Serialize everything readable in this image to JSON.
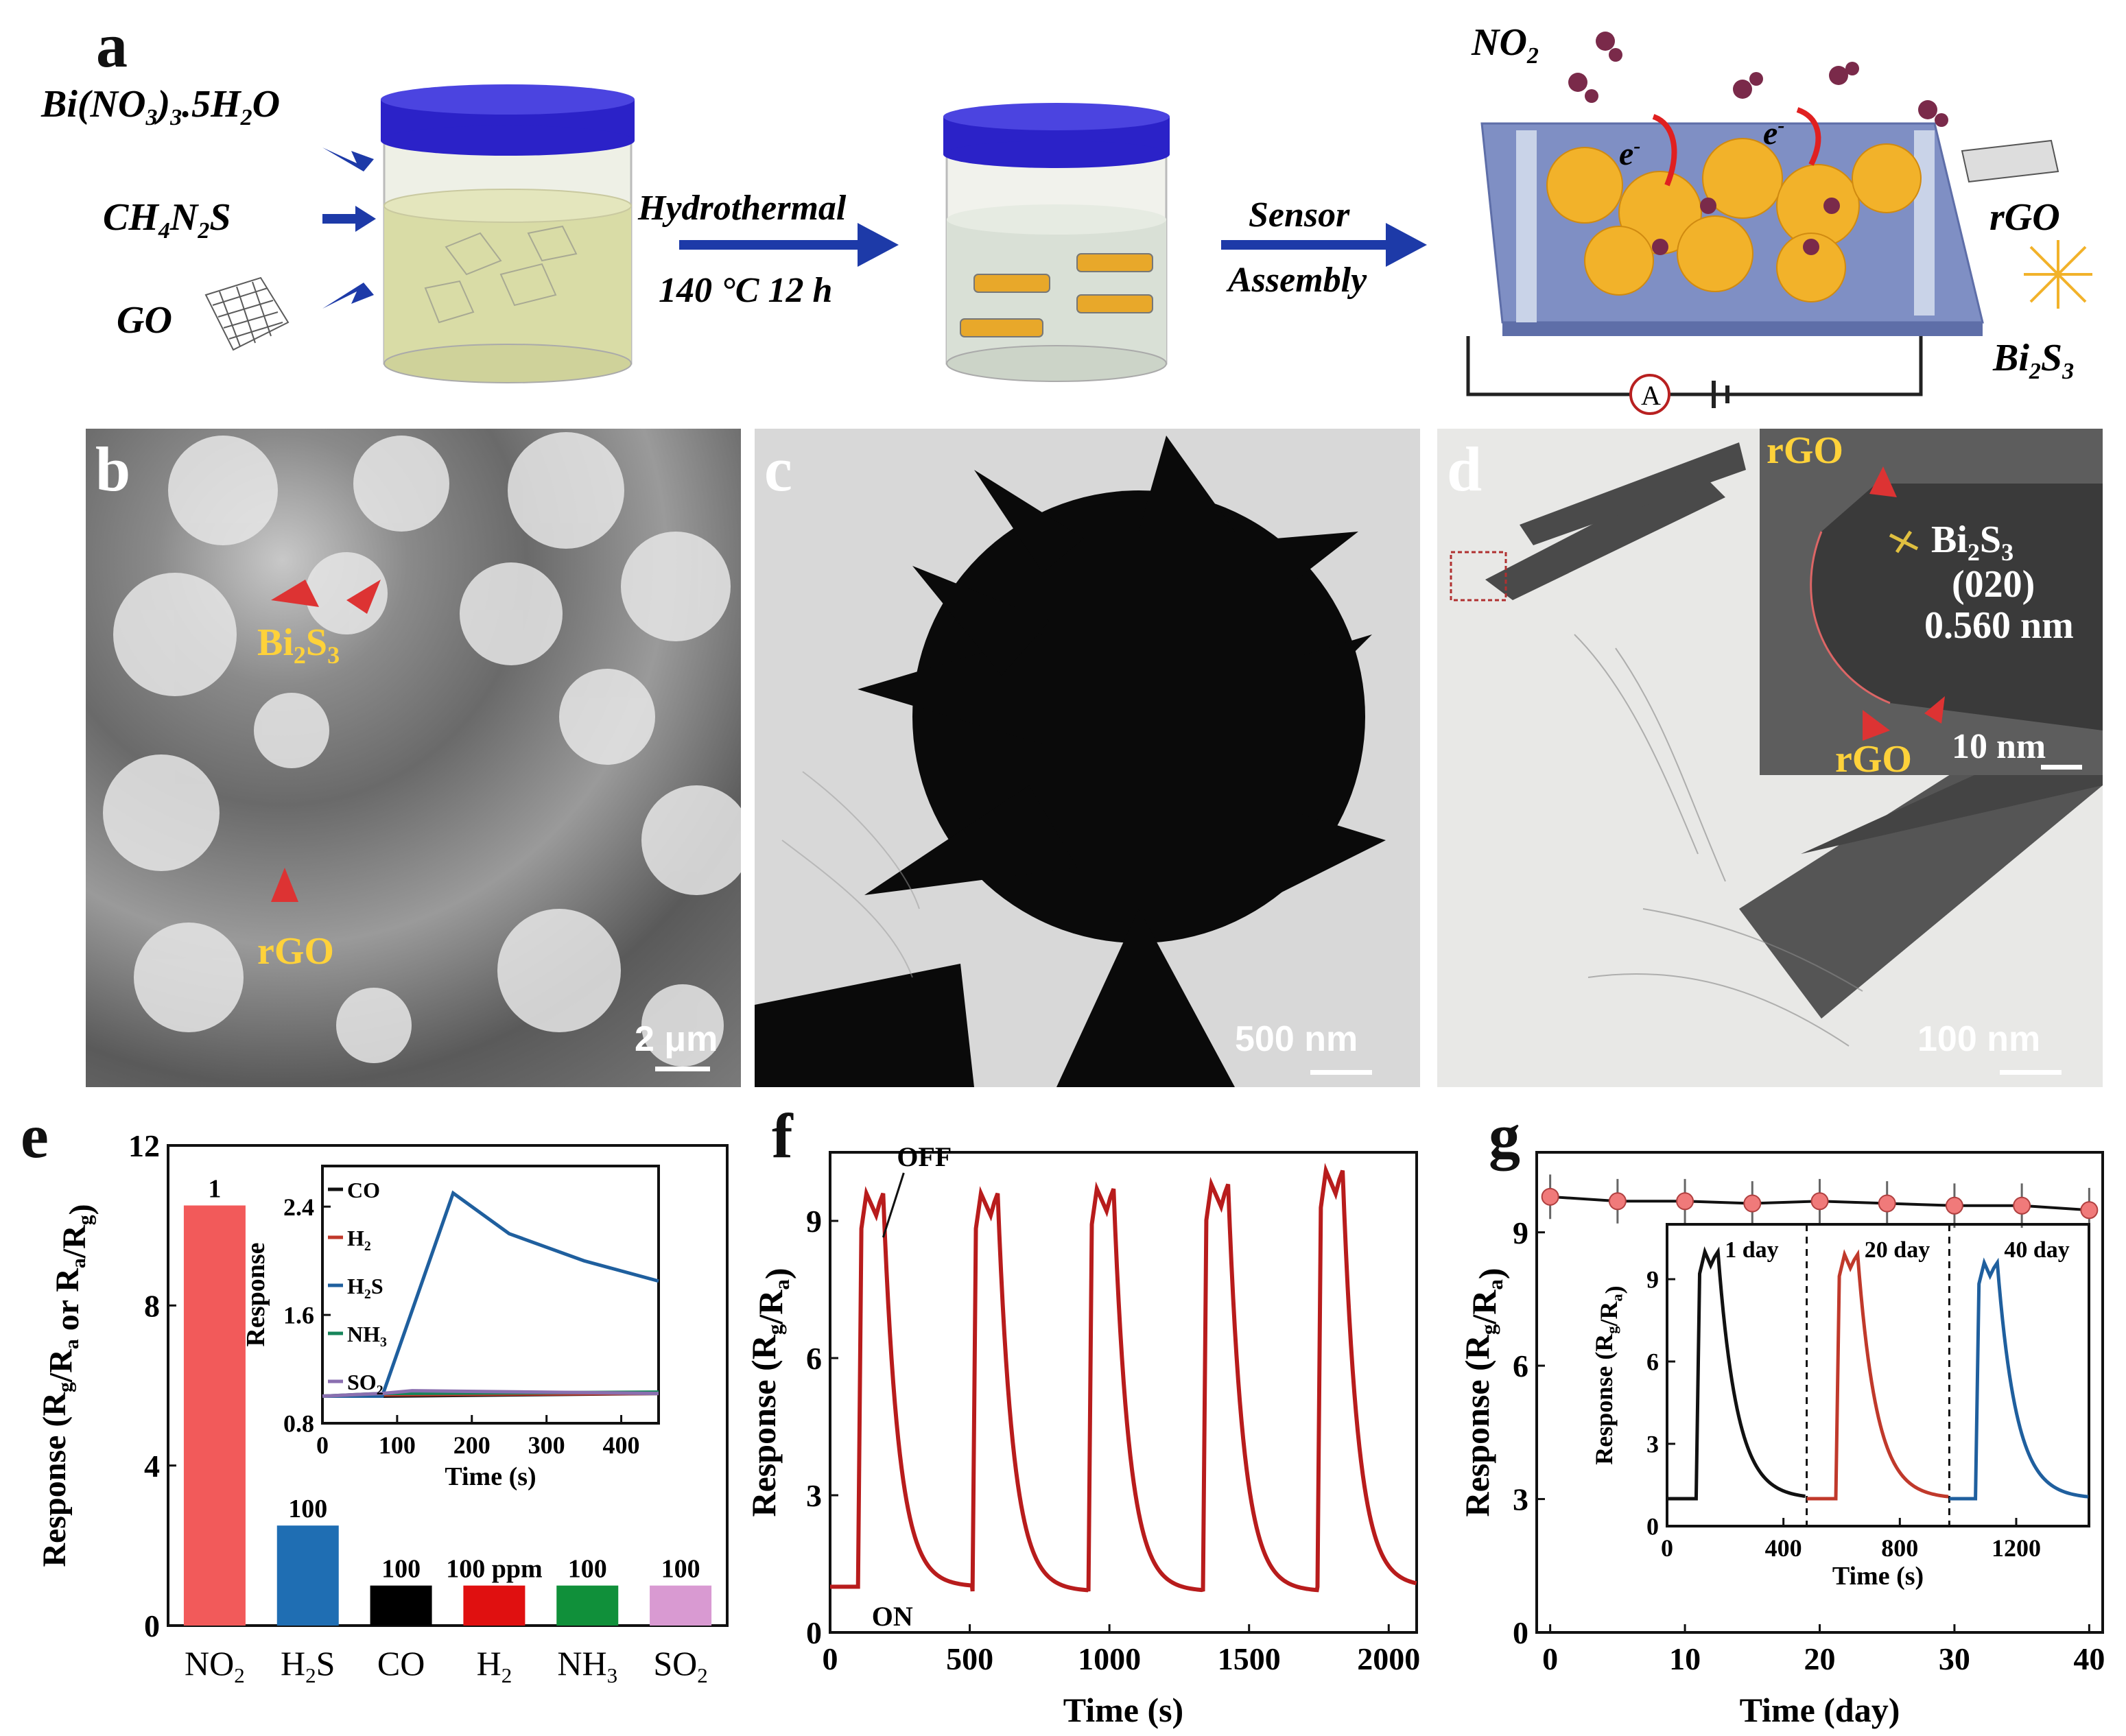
{
  "panel_a": {
    "letter": "a",
    "reagent1": "Bi(NO3)3.5H2O",
    "reagent2": "CH4N2S",
    "reagent3": "GO",
    "step1_line1": "Hydrothermal",
    "step1_line2": "140 °C 12 h",
    "step2_line1": "Sensor",
    "step2_line2": "Assembly",
    "gas": "NO2",
    "electron1": "e-",
    "electron2": "e-",
    "legend_rgo": "rGO",
    "legend_bi2s3": "Bi2S3",
    "ammeter": "A",
    "colors": {
      "lid": "#2b22c8",
      "liquid": "#d9dca6",
      "substrate": "#7f8fc4",
      "flower": "#f2b22a",
      "arrow": "#1d3aa8",
      "gas_molecule": "#7a2a4a"
    }
  },
  "panel_b": {
    "letter": "b",
    "label_bi2s3": "Bi2S3",
    "label_rgo": "rGO",
    "scale": "2 μm"
  },
  "panel_c": {
    "letter": "c",
    "scale": "500 nm"
  },
  "panel_d": {
    "letter": "d",
    "inset_rgo_top": "rGO",
    "inset_bi2s3": "Bi2S3",
    "inset_plane": "(020)",
    "inset_dspacing": "0.560 nm",
    "inset_scale": "10 nm",
    "inset_rgo_bottom": "rGO",
    "scale": "100 nm"
  },
  "chart_data": [
    {
      "panel": "e",
      "type": "bar",
      "ylabel": "Response (Rg/Ra or Ra/Rg)",
      "ylim": [
        0,
        12
      ],
      "yticks": [
        0,
        4,
        8,
        12
      ],
      "categories": [
        "NO2",
        "H2S",
        "CO",
        "H2",
        "NH3",
        "SO2"
      ],
      "values": [
        10.5,
        2.5,
        1.0,
        1.0,
        1.0,
        1.0
      ],
      "bar_labels": [
        "1",
        "100",
        "100",
        "100 ppm",
        "100",
        "100"
      ],
      "colors": [
        "#f25a5a",
        "#1f6eb3",
        "#000000",
        "#e01010",
        "#10903a",
        "#d99ad2"
      ],
      "inset": {
        "type": "line",
        "xlabel": "Time (s)",
        "ylabel": "Response",
        "xlim": [
          0,
          450
        ],
        "ylim": [
          0.8,
          2.7
        ],
        "xticks": [
          0,
          100,
          200,
          300,
          400
        ],
        "yticks": [
          0.8,
          1.6,
          2.4
        ],
        "series": [
          {
            "name": "CO",
            "color": "#111111",
            "x": [
              0,
              80,
              450
            ],
            "y": [
              1.0,
              1.0,
              1.02
            ]
          },
          {
            "name": "H2",
            "color": "#c0392b",
            "x": [
              0,
              80,
              450
            ],
            "y": [
              1.0,
              1.01,
              1.02
            ]
          },
          {
            "name": "H2S",
            "color": "#1f5f9e",
            "x": [
              0,
              80,
              175,
              250,
              350,
              450
            ],
            "y": [
              1.0,
              1.0,
              2.5,
              2.2,
              2.0,
              1.85
            ]
          },
          {
            "name": "NH3",
            "color": "#16855a",
            "x": [
              0,
              80,
              450
            ],
            "y": [
              1.0,
              1.02,
              1.03
            ]
          },
          {
            "name": "SO2",
            "color": "#8a6fb0",
            "x": [
              0,
              80,
              120,
              450
            ],
            "y": [
              1.0,
              1.02,
              1.04,
              1.02
            ]
          }
        ]
      }
    },
    {
      "panel": "f",
      "type": "line",
      "xlabel": "Time (s)",
      "ylabel": "Response (Rg/Ra)",
      "xlim": [
        0,
        2100
      ],
      "ylim": [
        0,
        10.5
      ],
      "xticks": [
        0,
        500,
        1000,
        1500,
        2000
      ],
      "yticks": [
        0,
        3,
        6,
        9
      ],
      "annotations": [
        "OFF",
        "ON"
      ],
      "color": "#b81c1c",
      "cycles": [
        {
          "on": 100,
          "peak": 9.6,
          "off": 190,
          "low": 1.0
        },
        {
          "on": 510,
          "peak": 9.6,
          "off": 600,
          "low": 0.9
        },
        {
          "on": 925,
          "peak": 9.7,
          "off": 1015,
          "low": 0.9
        },
        {
          "on": 1335,
          "peak": 9.8,
          "off": 1425,
          "low": 0.9
        },
        {
          "on": 1745,
          "peak": 10.1,
          "off": 1835,
          "low": 1.0
        }
      ]
    },
    {
      "panel": "g",
      "type": "scatter",
      "xlabel": "Time (day)",
      "ylabel": "Response (Rg/Ra)",
      "xlim": [
        -1,
        41
      ],
      "ylim": [
        0,
        10.8
      ],
      "xticks": [
        0,
        10,
        20,
        30,
        40
      ],
      "yticks": [
        0,
        3,
        6,
        9
      ],
      "x": [
        0,
        5,
        10,
        15,
        20,
        25,
        30,
        35,
        40
      ],
      "y": [
        9.8,
        9.7,
        9.7,
        9.65,
        9.7,
        9.65,
        9.6,
        9.6,
        9.5
      ],
      "err": [
        0.5,
        0.5,
        0.5,
        0.5,
        0.5,
        0.5,
        0.5,
        0.5,
        0.5
      ],
      "inset": {
        "type": "line",
        "xlabel": "Time (s)",
        "ylabel": "Response (Rg/Ra)",
        "xlim": [
          0,
          1450
        ],
        "ylim": [
          0,
          11
        ],
        "xticks": [
          0,
          400,
          800,
          1200
        ],
        "yticks": [
          0,
          3,
          6,
          9
        ],
        "dividers": [
          480,
          970
        ],
        "segments": [
          {
            "name": "1 day",
            "color": "#111111",
            "on": 100,
            "peak": 10.0,
            "off": 175,
            "start": 0,
            "end": 480
          },
          {
            "name": "20 day",
            "color": "#c0392b",
            "on": 580,
            "peak": 9.9,
            "off": 655,
            "start": 480,
            "end": 970
          },
          {
            "name": "40 day",
            "color": "#1f5f9e",
            "on": 1060,
            "peak": 9.6,
            "off": 1135,
            "start": 970,
            "end": 1450
          }
        ]
      }
    }
  ]
}
